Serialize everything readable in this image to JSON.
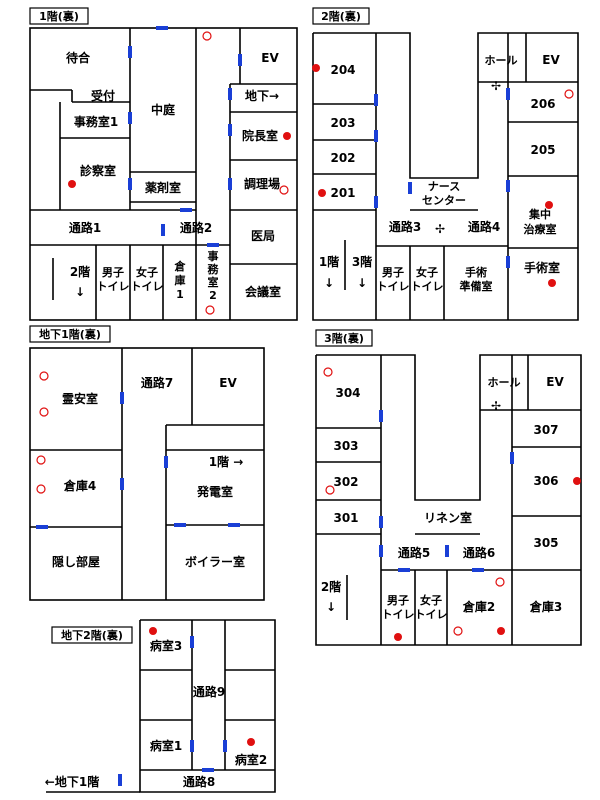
{
  "floors": {
    "f1": {
      "title": "1階(裏)",
      "rooms": {
        "waiting": "待合",
        "ev": "EV",
        "reception": "受付",
        "courtyard": "中庭",
        "office1": "事務室1",
        "basement": "地下→",
        "director": "院長室",
        "exam": "診察室",
        "pharmacy": "薬剤室",
        "kitchen": "調理場",
        "corridor1": "通路1",
        "corridor2": "通路2",
        "medoffice": "医局",
        "stairs2": "2階",
        "mens": [
          "男子",
          "トイレ"
        ],
        "womens": [
          "女子",
          "トイレ"
        ],
        "storage1": [
          "倉",
          "庫",
          "1"
        ],
        "office2": [
          "事",
          "務",
          "室",
          "2"
        ],
        "meeting": "会議室"
      }
    },
    "f2": {
      "title": "2階(裏)",
      "rooms": {
        "r204": "204",
        "hall": "ホール",
        "ev": "EV",
        "r206": "206",
        "r203": "203",
        "r202": "202",
        "r205": "205",
        "r201": "201",
        "nurse": [
          "ナース",
          "センター"
        ],
        "icu": [
          "集中",
          "治療室"
        ],
        "corridor3": "通路3",
        "corridor4": "通路4",
        "stairs1": "1階",
        "stairs3": "3階",
        "mens": [
          "男子",
          "トイレ"
        ],
        "womens": [
          "女子",
          "トイレ"
        ],
        "prep": [
          "手術",
          "準備室"
        ],
        "surgery": "手術室"
      }
    },
    "b1": {
      "title": "地下1階(裏)",
      "rooms": {
        "morgue": "霊安室",
        "corridor7": "通路7",
        "ev": "EV",
        "storage4": "倉庫4",
        "up1": "1階 →",
        "generator": "発電室",
        "hidden": "隠し部屋",
        "boiler": "ボイラー室"
      }
    },
    "f3": {
      "title": "3階(裏)",
      "rooms": {
        "r304": "304",
        "hall": "ホール",
        "ev": "EV",
        "r307": "307",
        "r303": "303",
        "r306": "306",
        "r302": "302",
        "r301": "301",
        "linen": "リネン室",
        "r305": "305",
        "corridor5": "通路5",
        "corridor6": "通路6",
        "stairs2": "2階",
        "mens": [
          "男子",
          "トイレ"
        ],
        "womens": [
          "女子",
          "トイレ"
        ],
        "storage2": "倉庫2",
        "storage3": "倉庫3"
      }
    },
    "b2": {
      "title": "地下2階(裏)",
      "rooms": {
        "ward3": "病室3",
        "corridor9": "通路9",
        "ward1": "病室1",
        "ward2": "病室2",
        "toB1": "←地下1階",
        "corridor8": "通路8"
      }
    }
  },
  "colors": {
    "door": "#1a3fd6",
    "marker": "#e01010",
    "wall": "#000000"
  }
}
